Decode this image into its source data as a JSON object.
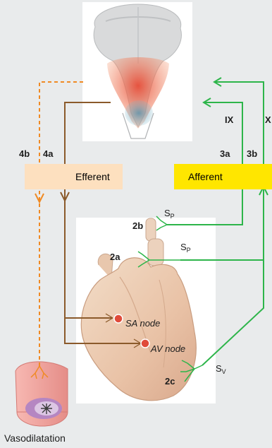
{
  "colors": {
    "background": "#e9ebec",
    "efferent_box": "#fde0bf",
    "afferent_box": "#ffe600",
    "afferent_line": "#2db54a",
    "efferent_line": "#8b5a2b",
    "vasodilator_line": "#f08a24",
    "node": "#e04b3a"
  },
  "boxes": {
    "efferent": "Efferent",
    "afferent": "Afferent"
  },
  "nerves": {
    "ix": "IX",
    "x": "X"
  },
  "pathway_labels": {
    "p4b": "4b",
    "p4a": "4a",
    "p3a": "3a",
    "p3b": "3b",
    "p2b": "2b",
    "p2a": "2a",
    "p2c": "2c"
  },
  "receptors": {
    "sp_top": {
      "main": "S",
      "sub": "P"
    },
    "sp_mid": {
      "main": "S",
      "sub": "P"
    },
    "sv": {
      "main": "S",
      "sub": "V"
    }
  },
  "nodes": {
    "sa": "SA node",
    "av": "AV node"
  },
  "vessel_caption": "Vasodilatation"
}
